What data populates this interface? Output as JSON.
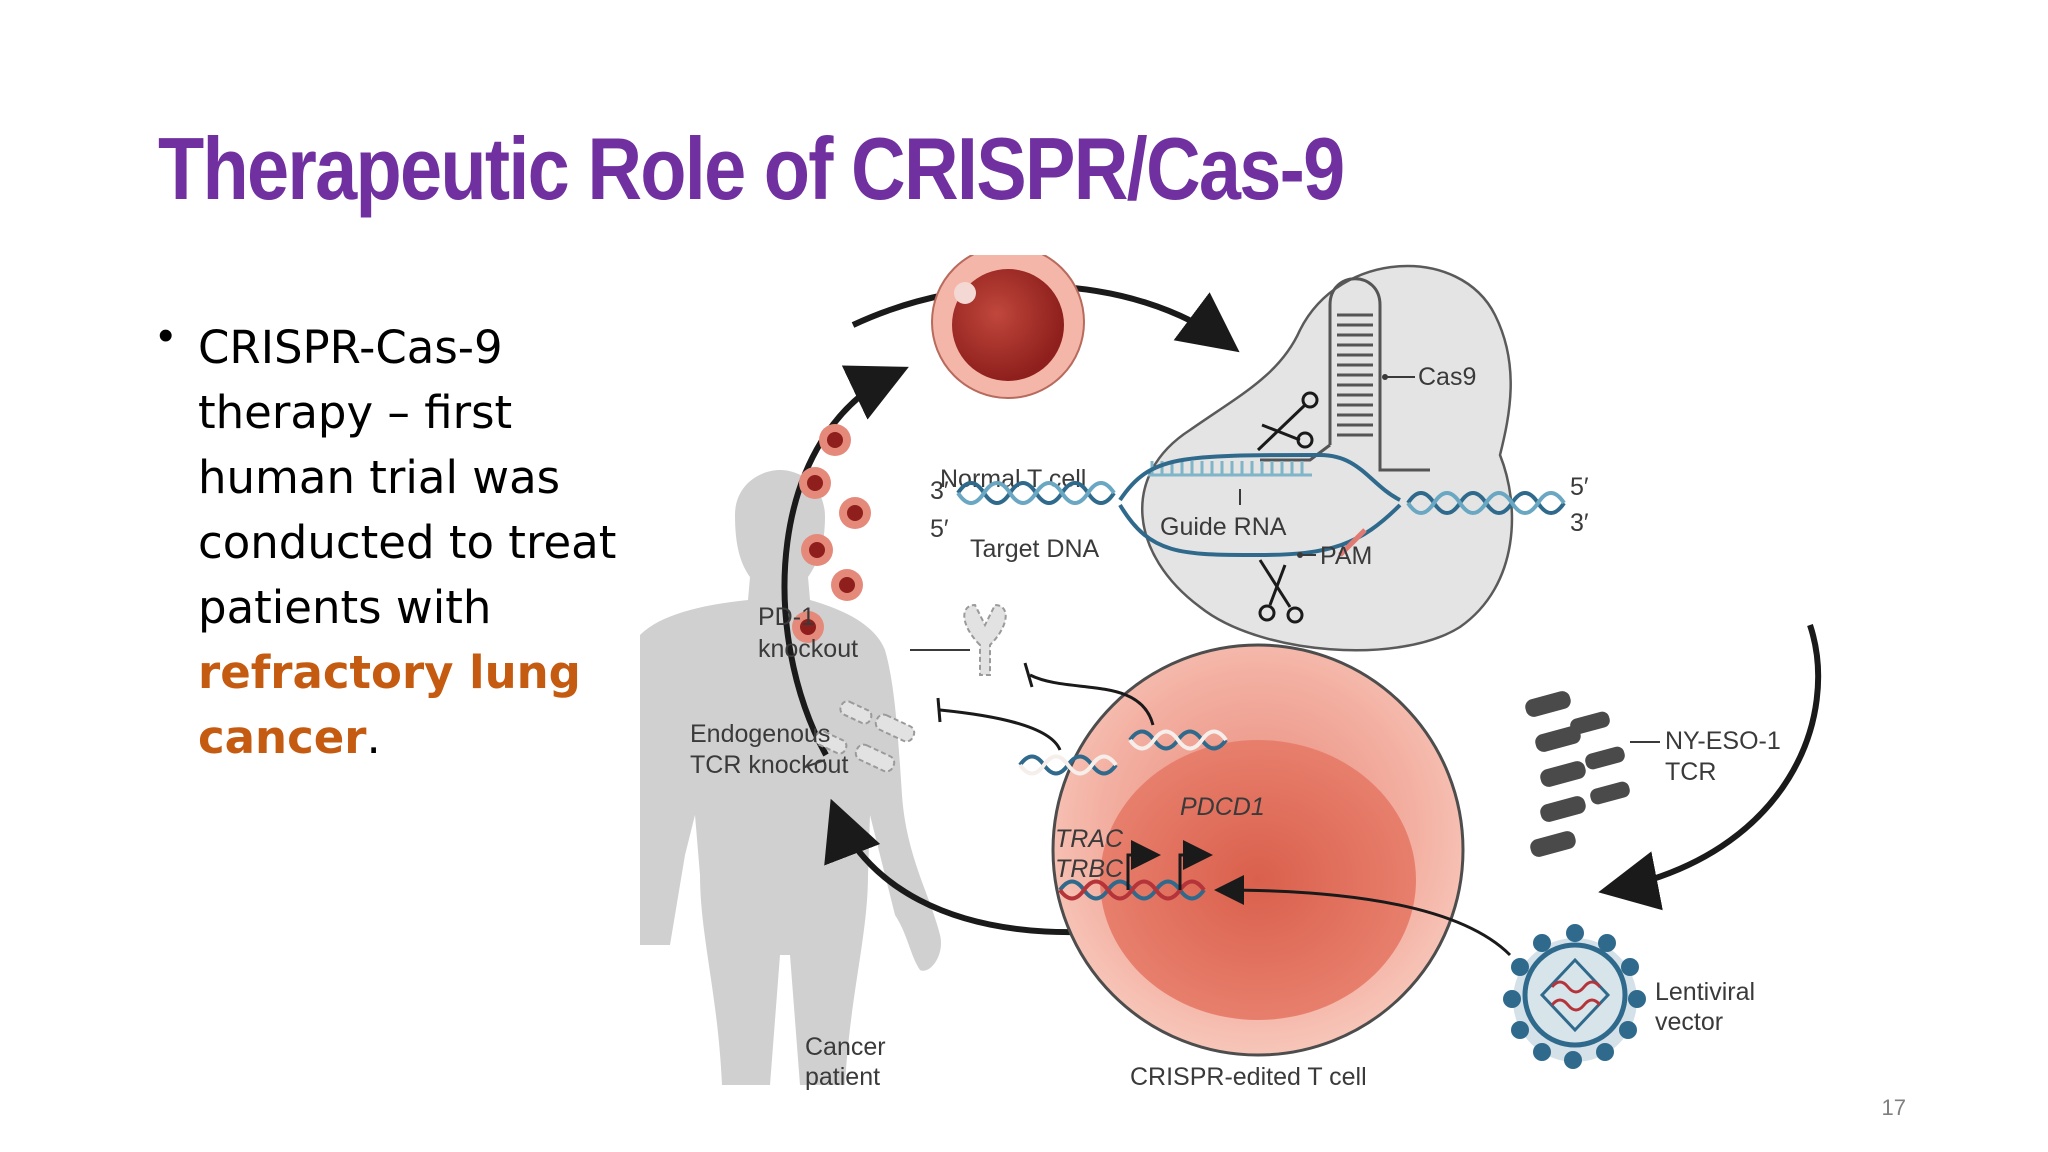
{
  "slide": {
    "title": "Therapeutic Role of CRISPR/Cas-9",
    "bullet": {
      "text_before": "CRISPR-Cas-9 therapy – first human trial was conducted to treat patients with ",
      "highlight": "refractory lung cancer",
      "text_after": "."
    },
    "page_number": "17",
    "accent_colors": {
      "title": "#7030a0",
      "highlight": "#c55a11"
    }
  },
  "diagram": {
    "labels": {
      "normal_t_cell": "Normal T cell",
      "cas9": "Cas9",
      "three_prime_left": "3′",
      "five_prime_left": "5′",
      "target_dna": "Target DNA",
      "guide_rna": "Guide RNA",
      "pam": "PAM",
      "five_prime_right": "5′",
      "three_prime_right": "3′",
      "pd1_line1": "PD-1",
      "pd1_line2": "knockout",
      "endo_line1": "Endogenous",
      "endo_line2": "TCR knockout",
      "nyeso_line1": "NY-ESO-1",
      "nyeso_line2": "TCR",
      "pdcd1": "PDCD1",
      "trac": "TRAC",
      "trbc": "TRBC",
      "lenti_line1": "Lentiviral",
      "lenti_line2": "vector",
      "cancer_line1": "Cancer",
      "cancer_line2": "patient",
      "edited_t_cell": "CRISPR-edited T cell"
    }
  }
}
